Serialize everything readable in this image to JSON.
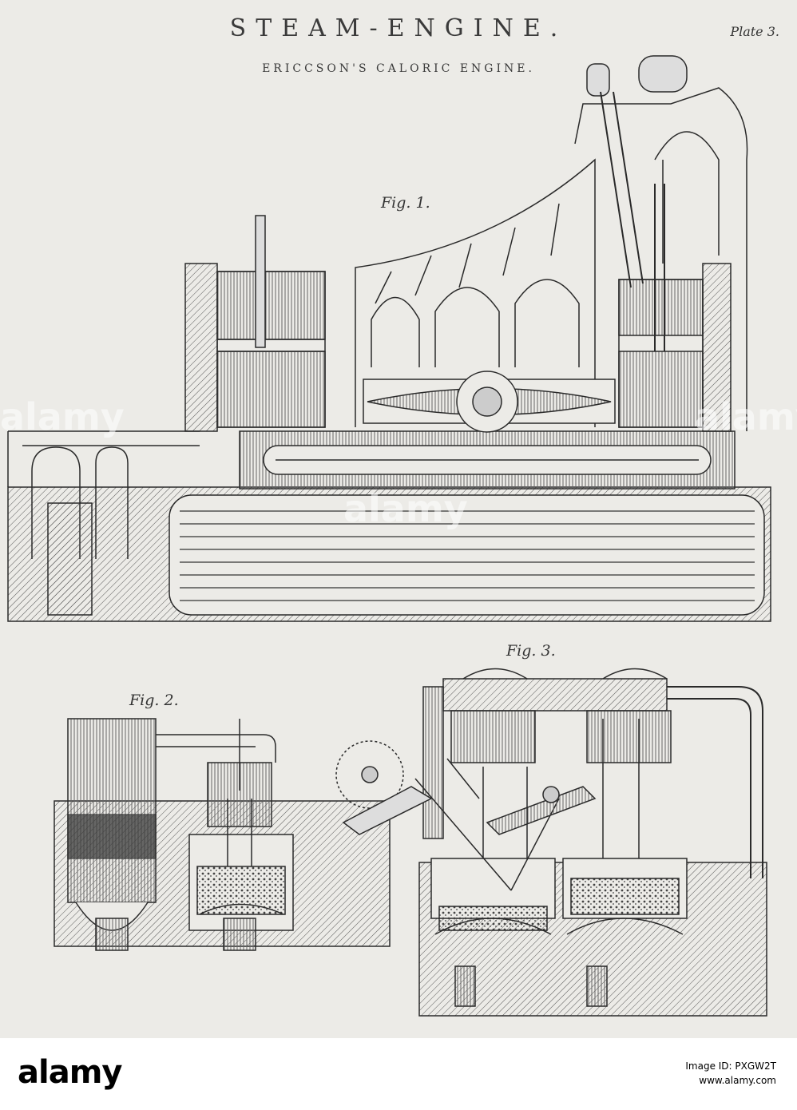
{
  "plate": {
    "title": "STEAM-ENGINE.",
    "subtitle": "ERICCSON'S CALORIC ENGINE.",
    "plate_number": "Plate 3."
  },
  "figures": {
    "fig1": "Fig. 1.",
    "fig2": "Fig. 2.",
    "fig3": "Fig. 3."
  },
  "watermark": "alamy",
  "footer": {
    "logo": "alamy",
    "image_id_label": "Image ID: PXGW2T",
    "site": "www.alamy.com"
  },
  "colors": {
    "paper": "#ecebe7",
    "ink": "#2a2a2a"
  }
}
